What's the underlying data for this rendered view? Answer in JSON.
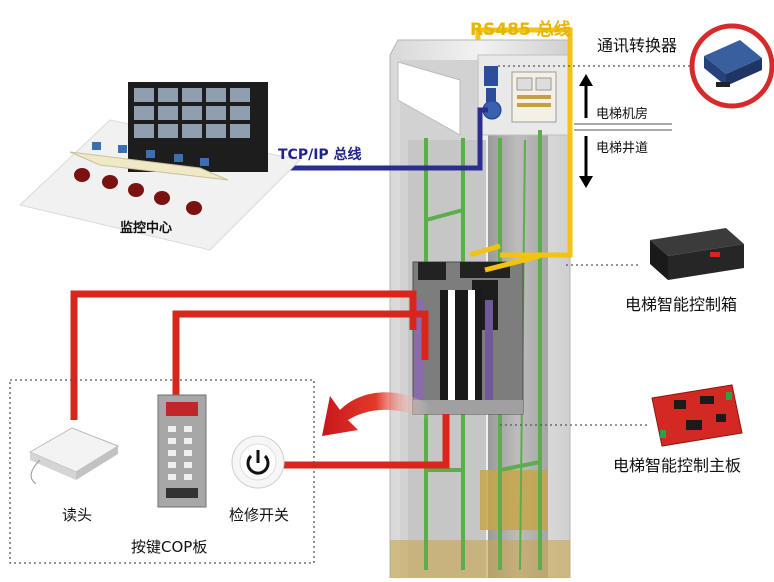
{
  "labels": {
    "rs485_bus": "RS485 总线",
    "comm_converter": "通讯转换器",
    "machine_room": "电梯机房",
    "hoistway": "电梯井道",
    "tcpip_bus": "TCP/IP 总线",
    "monitoring_center": "监控中心",
    "control_box": "电梯智能控制箱",
    "control_board": "电梯智能控制主板",
    "card_reader": "读头",
    "maintenance_switch": "检修开关",
    "cop_panel": "按键COP板"
  },
  "colors": {
    "rs485_line": "#f2c30f",
    "tcpip_line": "#2a2f8f",
    "signal_line": "#d9261c",
    "guide_rail": "#5cae4c",
    "shaft_wall": "#e6e6e6",
    "converter_ring": "#d52b2b"
  }
}
